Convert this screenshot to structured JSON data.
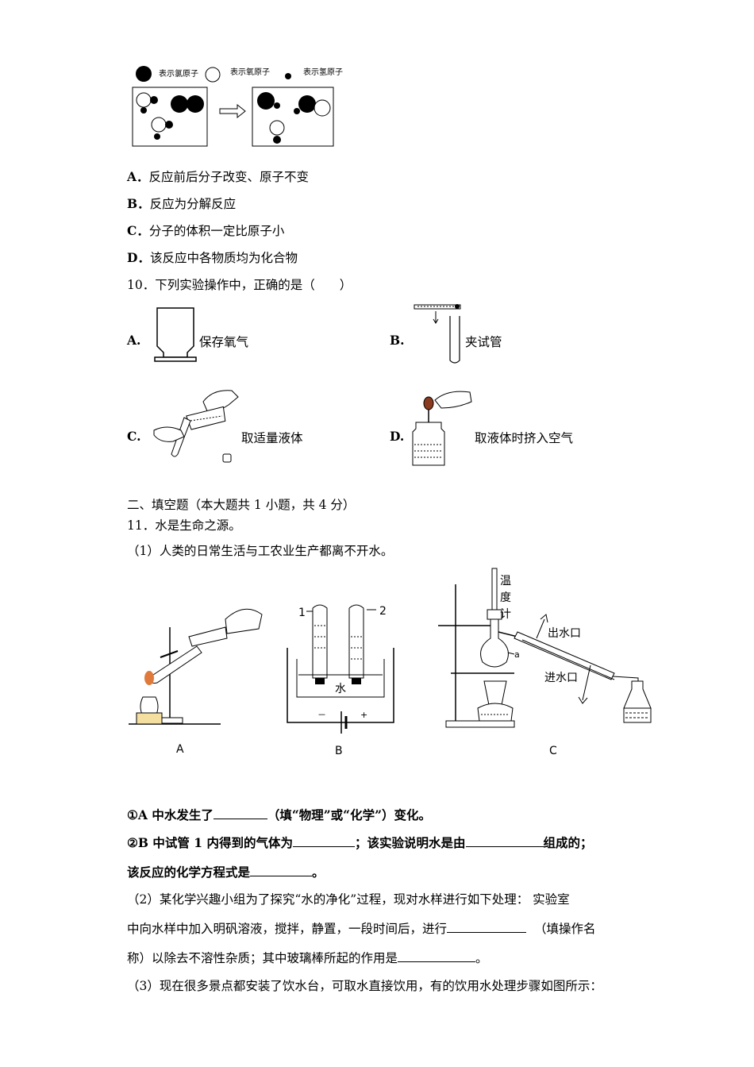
{
  "legend": {
    "chlorine_label": "表示氯原子",
    "oxygen_label": "表示氧原子",
    "hydrogen_label": "表示氢原子"
  },
  "q9": {
    "options": [
      {
        "letter": "A．",
        "text": "反应前后分子改变、原子不变"
      },
      {
        "letter": "B．",
        "text": "反应为分解反应"
      },
      {
        "letter": "C．",
        "text": "分子的体积一定比原子小"
      },
      {
        "letter": "D．",
        "text": "该反应中各物质均为化合物"
      }
    ]
  },
  "q10": {
    "stem": "10．下列实验操作中，正确的是（　　）",
    "options": [
      {
        "letter": "A.",
        "text": "保存氧气"
      },
      {
        "letter": "B.",
        "text": "夹试管"
      },
      {
        "letter": "C.",
        "text": "取适量液体"
      },
      {
        "letter": "D.",
        "text": "取液体时挤入空气"
      }
    ]
  },
  "section2": {
    "heading": "二、填空题（本大题共 1 小题，共 4 分）"
  },
  "q11": {
    "stem": "11．水是生命之源。",
    "part1": "（1）人类的日常生活与工农业生产都离不开水。",
    "fig_labels": {
      "a": "A",
      "b": "B",
      "c": "C",
      "tube1": "1",
      "tube2": "2",
      "water": "水",
      "minus": "－",
      "plus": "+",
      "thermometer": [
        "温",
        "度",
        "计"
      ],
      "outlet": "出水口",
      "inlet": "进水口",
      "a_mark": "a"
    },
    "sub1_a": "①A 中水发生了",
    "sub1_b": "（填“物理”或“化学”）变化。",
    "sub2_a": "②B 中试管 1 内得到的气体为",
    "sub2_b": "；该实验说明水是由",
    "sub2_c": "组成的；",
    "sub2_d": "该反应的化学方程式是",
    "sub2_e": "。",
    "part2_a": "（2）某化学兴趣小组为了探究“水的净化”过程，现对水样进行如下处理： 实验室",
    "part2_b": "中向水样中加入明矾溶液，搅拌，静置，一段时间后，进行",
    "part2_c": "（填操作名",
    "part2_d": "称）以除去不溶性杂质；其中玻璃棒所起的作用是",
    "part2_e": "。",
    "part3": "（3）现在很多景点都安装了饮水台，可取水直接饮用，有的饮用水处理步骤如图所示："
  }
}
